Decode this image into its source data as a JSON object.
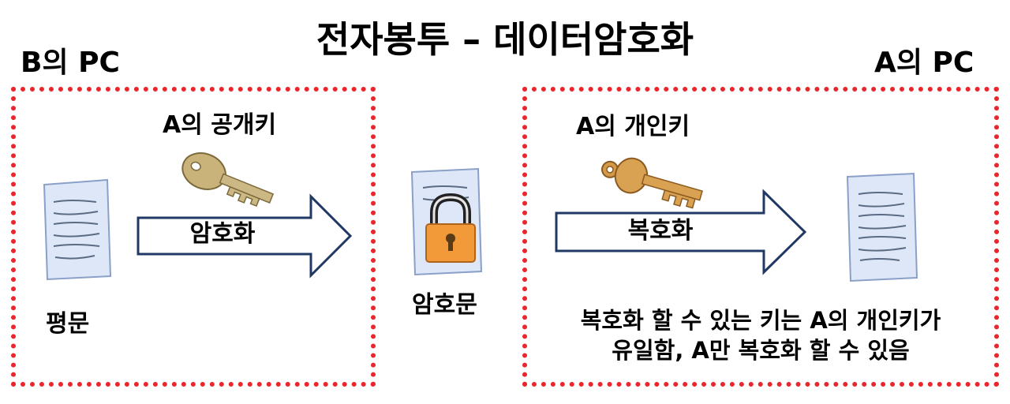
{
  "title": "전자봉투 – 데이터암호화",
  "left_pc": {
    "label": "B의 PC",
    "key_label": "A의 공개키",
    "arrow_label": "암호화",
    "doc_label": "평문"
  },
  "middle": {
    "doc_label": "암호문"
  },
  "right_pc": {
    "label": "A의 PC",
    "key_label": "A의 개인키",
    "arrow_label": "복호화",
    "caption_line1": "복호화 할 수 있는 키는 A의 개인키가",
    "caption_line2": "유일함, A만 복호화 할 수 있음"
  },
  "colors": {
    "box_border": "#e8262b",
    "arrow_border": "#1f3864",
    "doc_fill": "#dde7f7",
    "lock": "#f2993a"
  }
}
